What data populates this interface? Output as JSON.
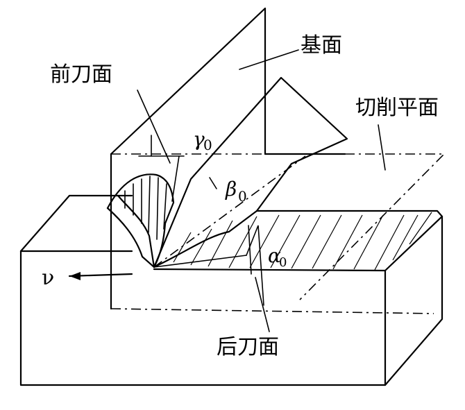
{
  "labels": {
    "base_plane": "基面",
    "rake_face": "前刀面",
    "cutting_plane": "切削平面",
    "flank_face": "后刀面",
    "gamma": "γ",
    "beta": "β",
    "alpha": "α",
    "subscript_zero": "0",
    "velocity": "ν"
  }
}
